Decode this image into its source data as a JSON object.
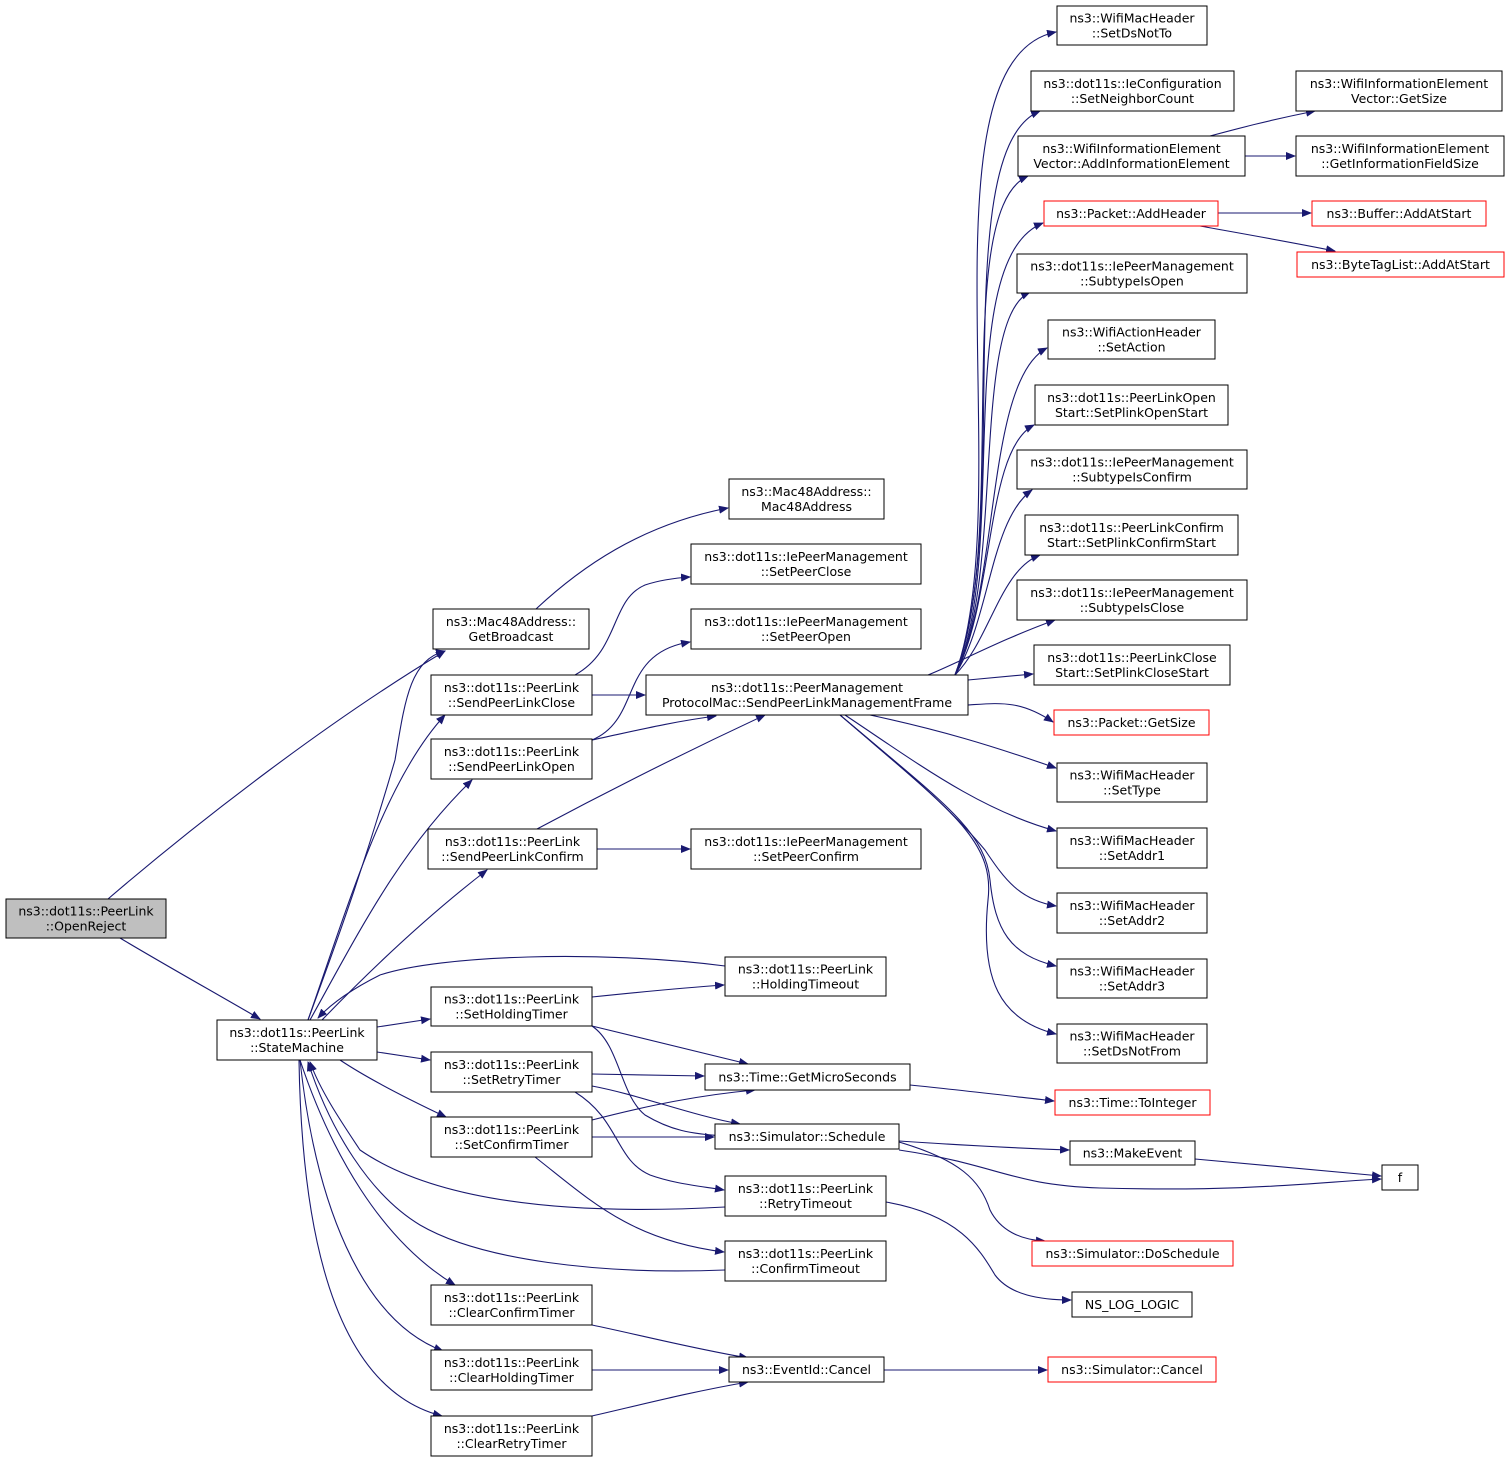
{
  "diagram": {
    "colors": {
      "edge": "#191970",
      "node_border": "#000000",
      "external_border": "#ff0000",
      "root_fill": "#bfbfbf",
      "node_fill": "#ffffff"
    },
    "nodes": [
      {
        "id": "open-reject",
        "lines": [
          "ns3::dot11s::PeerLink",
          "::OpenReject"
        ],
        "root": true
      },
      {
        "id": "state-machine",
        "lines": [
          "ns3::dot11s::PeerLink",
          "::StateMachine"
        ]
      },
      {
        "id": "get-broadcast",
        "lines": [
          "ns3::Mac48Address::",
          "GetBroadcast"
        ]
      },
      {
        "id": "send-peer-link-close",
        "lines": [
          "ns3::dot11s::PeerLink",
          "::SendPeerLinkClose"
        ]
      },
      {
        "id": "send-peer-link-open",
        "lines": [
          "ns3::dot11s::PeerLink",
          "::SendPeerLinkOpen"
        ]
      },
      {
        "id": "send-peer-link-confirm",
        "lines": [
          "ns3::dot11s::PeerLink",
          "::SendPeerLinkConfirm"
        ]
      },
      {
        "id": "set-holding-timer",
        "lines": [
          "ns3::dot11s::PeerLink",
          "::SetHoldingTimer"
        ]
      },
      {
        "id": "set-retry-timer",
        "lines": [
          "ns3::dot11s::PeerLink",
          "::SetRetryTimer"
        ]
      },
      {
        "id": "set-confirm-timer",
        "lines": [
          "ns3::dot11s::PeerLink",
          "::SetConfirmTimer"
        ]
      },
      {
        "id": "clear-confirm-timer",
        "lines": [
          "ns3::dot11s::PeerLink",
          "::ClearConfirmTimer"
        ]
      },
      {
        "id": "clear-holding-timer",
        "lines": [
          "ns3::dot11s::PeerLink",
          "::ClearHoldingTimer"
        ]
      },
      {
        "id": "clear-retry-timer",
        "lines": [
          "ns3::dot11s::PeerLink",
          "::ClearRetryTimer"
        ]
      },
      {
        "id": "mac48-ctor",
        "lines": [
          "ns3::Mac48Address::",
          "Mac48Address"
        ]
      },
      {
        "id": "set-peer-close",
        "lines": [
          "ns3::dot11s::IePeerManagement",
          "::SetPeerClose"
        ]
      },
      {
        "id": "set-peer-open",
        "lines": [
          "ns3::dot11s::IePeerManagement",
          "::SetPeerOpen"
        ]
      },
      {
        "id": "send-mgmt-frame",
        "lines": [
          "ns3::dot11s::PeerManagement",
          "ProtocolMac::SendPeerLinkManagementFrame"
        ]
      },
      {
        "id": "set-peer-confirm",
        "lines": [
          "ns3::dot11s::IePeerManagement",
          "::SetPeerConfirm"
        ]
      },
      {
        "id": "holding-timeout",
        "lines": [
          "ns3::dot11s::PeerLink",
          "::HoldingTimeout"
        ]
      },
      {
        "id": "get-micro-seconds",
        "lines": [
          "ns3::Time::GetMicroSeconds"
        ]
      },
      {
        "id": "simulator-schedule",
        "lines": [
          "ns3::Simulator::Schedule"
        ]
      },
      {
        "id": "retry-timeout",
        "lines": [
          "ns3::dot11s::PeerLink",
          "::RetryTimeout"
        ]
      },
      {
        "id": "confirm-timeout",
        "lines": [
          "ns3::dot11s::PeerLink",
          "::ConfirmTimeout"
        ]
      },
      {
        "id": "event-cancel",
        "lines": [
          "ns3::EventId::Cancel"
        ]
      },
      {
        "id": "set-ds-not-to",
        "lines": [
          "ns3::WifiMacHeader",
          "::SetDsNotTo"
        ]
      },
      {
        "id": "set-neighbor-count",
        "lines": [
          "ns3::dot11s::IeConfiguration",
          "::SetNeighborCount"
        ]
      },
      {
        "id": "add-information-element",
        "lines": [
          "ns3::WifiInformationElement",
          "Vector::AddInformationElement"
        ]
      },
      {
        "id": "packet-add-header",
        "lines": [
          "ns3::Packet::AddHeader"
        ],
        "external": true
      },
      {
        "id": "subtype-is-open",
        "lines": [
          "ns3::dot11s::IePeerManagement",
          "::SubtypeIsOpen"
        ]
      },
      {
        "id": "set-action",
        "lines": [
          "ns3::WifiActionHeader",
          "::SetAction"
        ]
      },
      {
        "id": "set-plink-open-start",
        "lines": [
          "ns3::dot11s::PeerLinkOpen",
          "Start::SetPlinkOpenStart"
        ]
      },
      {
        "id": "subtype-is-confirm",
        "lines": [
          "ns3::dot11s::IePeerManagement",
          "::SubtypeIsConfirm"
        ]
      },
      {
        "id": "set-plink-confirm-start",
        "lines": [
          "ns3::dot11s::PeerLinkConfirm",
          "Start::SetPlinkConfirmStart"
        ]
      },
      {
        "id": "subtype-is-close",
        "lines": [
          "ns3::dot11s::IePeerManagement",
          "::SubtypeIsClose"
        ]
      },
      {
        "id": "set-plink-close-start",
        "lines": [
          "ns3::dot11s::PeerLinkClose",
          "Start::SetPlinkCloseStart"
        ]
      },
      {
        "id": "packet-get-size",
        "lines": [
          "ns3::Packet::GetSize"
        ],
        "external": true
      },
      {
        "id": "set-type",
        "lines": [
          "ns3::WifiMacHeader",
          "::SetType"
        ]
      },
      {
        "id": "set-addr1",
        "lines": [
          "ns3::WifiMacHeader",
          "::SetAddr1"
        ]
      },
      {
        "id": "set-addr2",
        "lines": [
          "ns3::WifiMacHeader",
          "::SetAddr2"
        ]
      },
      {
        "id": "set-addr3",
        "lines": [
          "ns3::WifiMacHeader",
          "::SetAddr3"
        ]
      },
      {
        "id": "set-ds-not-from",
        "lines": [
          "ns3::WifiMacHeader",
          "::SetDsNotFrom"
        ]
      },
      {
        "id": "time-to-integer",
        "lines": [
          "ns3::Time::ToInteger"
        ],
        "external": true
      },
      {
        "id": "make-event",
        "lines": [
          "ns3::MakeEvent"
        ]
      },
      {
        "id": "simulator-do-schedule",
        "lines": [
          "ns3::Simulator::DoSchedule"
        ],
        "external": true
      },
      {
        "id": "ns-log-logic",
        "lines": [
          "NS_LOG_LOGIC"
        ]
      },
      {
        "id": "simulator-cancel",
        "lines": [
          "ns3::Simulator::Cancel"
        ],
        "external": true
      },
      {
        "id": "wie-get-size",
        "lines": [
          "ns3::WifiInformationElement",
          "Vector::GetSize"
        ]
      },
      {
        "id": "wie-get-info-field-size",
        "lines": [
          "ns3::WifiInformationElement",
          "::GetInformationFieldSize"
        ]
      },
      {
        "id": "f",
        "lines": [
          "f"
        ]
      },
      {
        "id": "buffer-add-at-start",
        "lines": [
          "ns3::Buffer::AddAtStart"
        ],
        "external": true
      },
      {
        "id": "byte-tag-list-add-at-start",
        "lines": [
          "ns3::ByteTagList::AddAtStart"
        ],
        "external": true
      }
    ]
  }
}
